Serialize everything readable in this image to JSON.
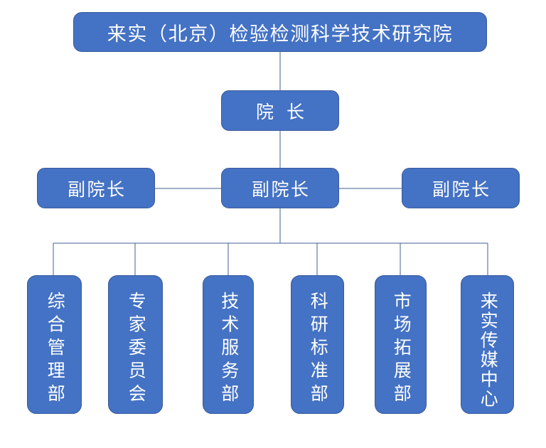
{
  "chart": {
    "type": "org-chart",
    "title": "来实（北京）检验检测科学技术研究院",
    "colors": {
      "node_fill": "#4472C4",
      "node_border": "#3A5A9B",
      "node_text": "#FFFFFF",
      "connector": "#41608F",
      "background": "#FFFFFF"
    },
    "root": {
      "label": "来实（北京）检验检测科学技术研究院"
    },
    "director": {
      "label": "院 长"
    },
    "deputies": [
      {
        "label": "副院长",
        "position": "left"
      },
      {
        "label": "副院长",
        "position": "center"
      },
      {
        "label": "副院长",
        "position": "right"
      }
    ],
    "departments": [
      {
        "label": "综合管理部"
      },
      {
        "label": "专家委员会"
      },
      {
        "label": "技术服务部"
      },
      {
        "label": "科研标准部"
      },
      {
        "label": "市场拓展部"
      },
      {
        "label": "来实传媒中心"
      }
    ]
  }
}
